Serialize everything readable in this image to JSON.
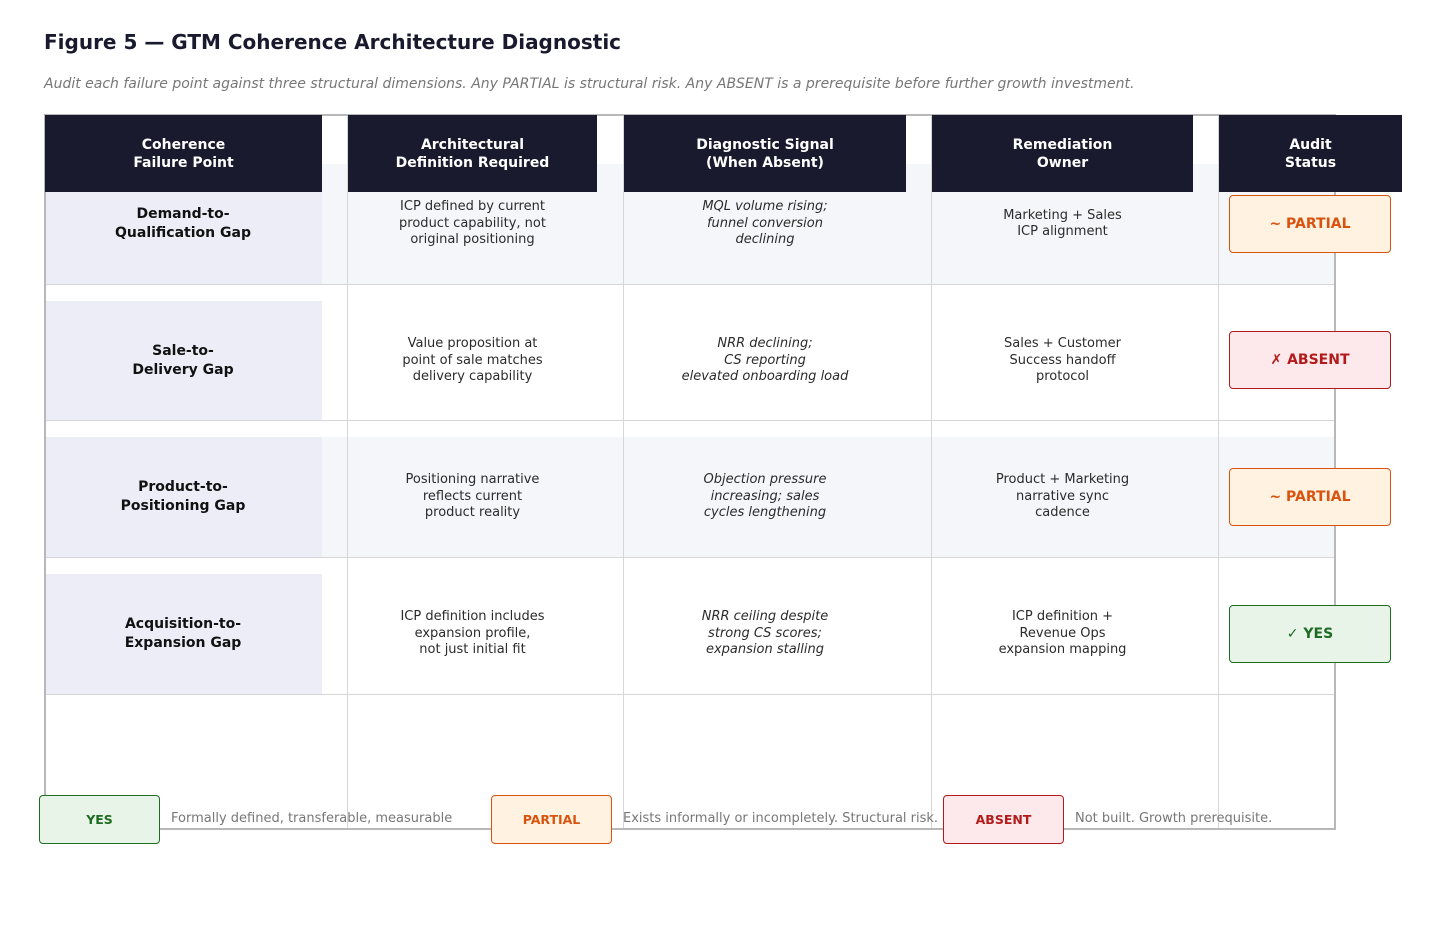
{
  "figure": {
    "title": "Figure 5 — GTM Coherence Architecture Diagnostic",
    "subtitle": "Audit each failure point against three structural dimensions. Any PARTIAL is structural risk. Any ABSENT is a prerequisite before further growth investment."
  },
  "table": {
    "headers": [
      "Coherence\nFailure Point",
      "Architectural\nDefinition Required",
      "Diagnostic Signal\n(When Absent)",
      "Remediation\nOwner",
      "Audit\nStatus"
    ],
    "rows": [
      {
        "failure_point": "Demand-to-\nQualification Gap",
        "definition": "ICP defined by current\nproduct capability, not\noriginal positioning",
        "signal": "MQL volume rising;\nfunnel conversion\ndeclining",
        "owner": "Marketing + Sales\nICP alignment",
        "status": "~  PARTIAL",
        "status_kind": "partial"
      },
      {
        "failure_point": "Sale-to-\nDelivery Gap",
        "definition": "Value proposition at\npoint of sale matches\ndelivery capability",
        "signal": "NRR declining;\nCS reporting\nelevated onboarding load",
        "owner": "Sales + Customer\nSuccess handoff\nprotocol",
        "status": "✗  ABSENT",
        "status_kind": "absent"
      },
      {
        "failure_point": "Product-to-\nPositioning Gap",
        "definition": "Positioning narrative\nreflects current\nproduct reality",
        "signal": "Objection pressure\nincreasing; sales\ncycles lengthening",
        "owner": "Product + Marketing\nnarrative sync\ncadence",
        "status": "~  PARTIAL",
        "status_kind": "partial"
      },
      {
        "failure_point": "Acquisition-to-\nExpansion Gap",
        "definition": "ICP definition includes\nexpansion profile,\nnot just initial fit",
        "signal": "NRR ceiling despite\nstrong CS scores;\nexpansion stalling",
        "owner": "ICP definition +\nRevenue Ops\nexpansion mapping",
        "status": "✓  YES",
        "status_kind": "yes"
      }
    ]
  },
  "legend": [
    {
      "label": "YES",
      "text": "Formally defined, transferable, measurable",
      "kind": "yes"
    },
    {
      "label": "PARTIAL",
      "text": "Exists informally or incompletely. Structural risk.",
      "kind": "partial"
    },
    {
      "label": "ABSENT",
      "text": "Not built. Growth prerequisite.",
      "kind": "absent"
    }
  ],
  "colors": {
    "header_bg": "#1a1a2e",
    "partial": "#d9530f",
    "absent": "#b31b1b",
    "yes": "#1e6b22"
  }
}
